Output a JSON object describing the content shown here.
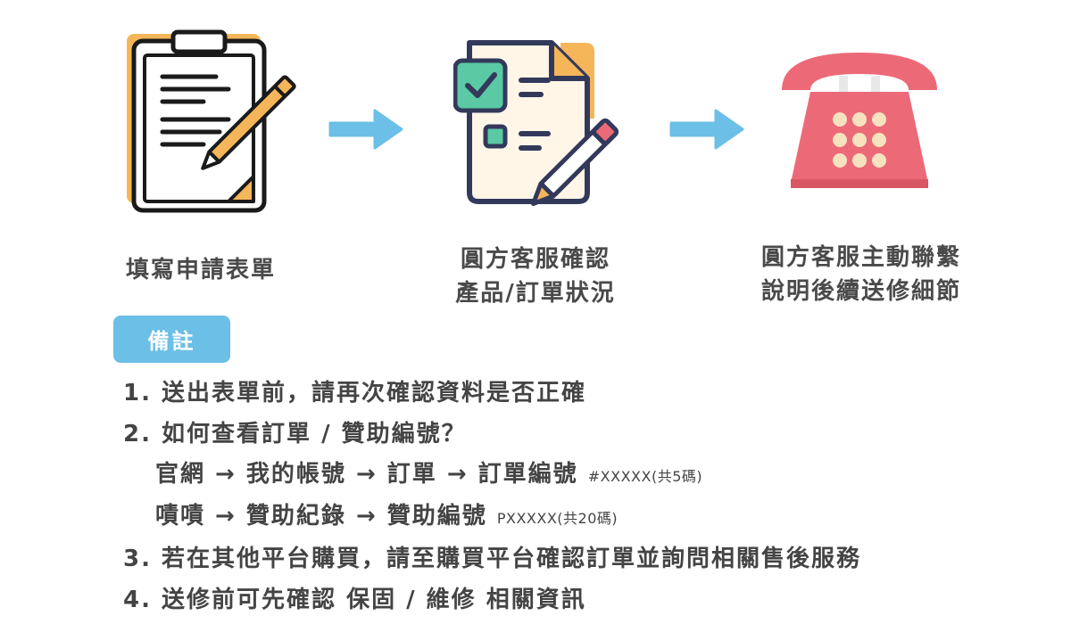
{
  "steps": [
    {
      "icon": "clipboard-form-icon",
      "lines": [
        "填寫申請表單"
      ]
    },
    {
      "icon": "checklist-document-icon",
      "lines": [
        "圓方客服確認",
        "產品/訂單狀況"
      ]
    },
    {
      "icon": "telephone-icon",
      "lines": [
        "圓方客服主動聯繫",
        "說明後續送修細節"
      ]
    }
  ],
  "arrow_icon": "right-arrow-icon",
  "note_badge": "備註",
  "notes": {
    "item1": "1. 送出表單前，請再次確認資料是否正確",
    "item2": "2. 如何查看訂單 / 贊助編號？",
    "item2_sub1": {
      "text": "官網 → 我的帳號 → 訂單 → 訂單編號",
      "code": "#XXXXX(共5碼)"
    },
    "item2_sub2": {
      "text": "嘖嘖 → 贊助紀錄 → 贊助編號",
      "code": "PXXXXX(共20碼)"
    },
    "item3": "3. 若在其他平台購買，請至購買平台確認訂單並詢問相關售後服務",
    "item4": "4. 送修前可先確認 保固 / 維修 相關資訊"
  },
  "colors": {
    "accent_blue": "#6cbfe6",
    "orange": "#f5b65a",
    "outline": "#1a1a1a",
    "navy": "#33395a",
    "teal": "#5ac9a4",
    "phone_red": "#ec6a78",
    "dial_cream": "#f7e2c0"
  }
}
